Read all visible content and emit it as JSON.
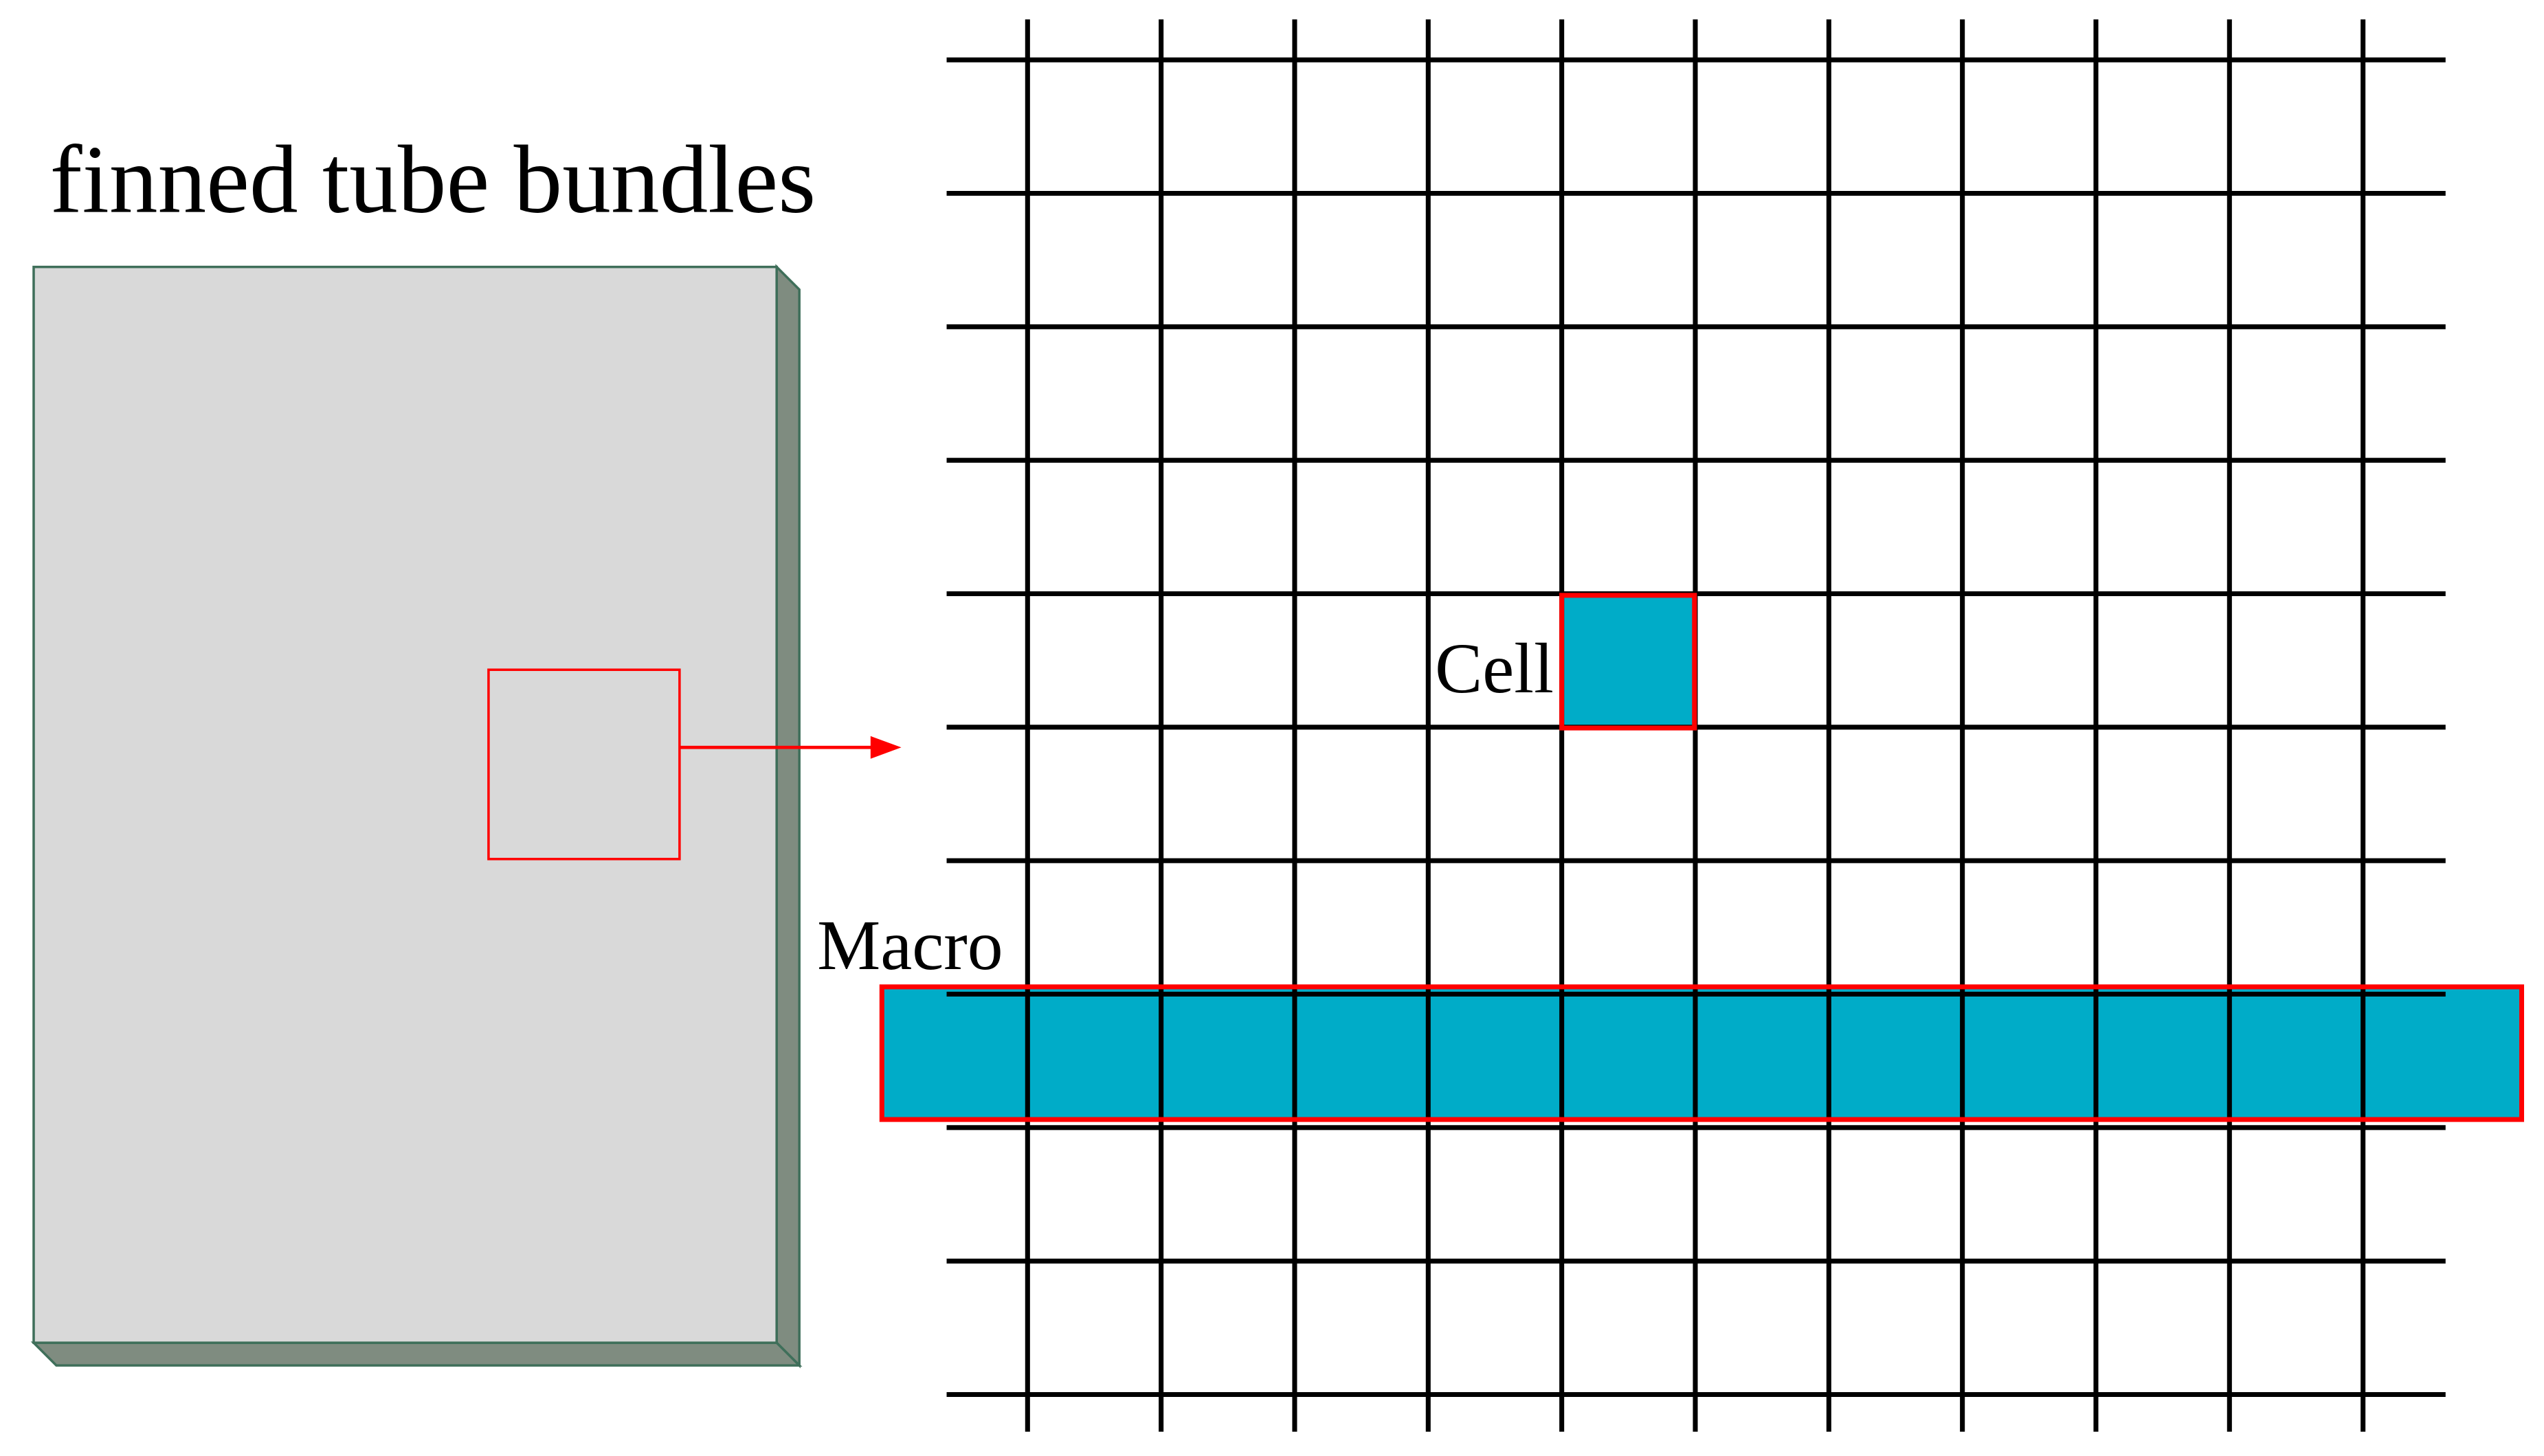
{
  "title": "finned tube bundles",
  "labels": {
    "cell": "Cell",
    "macro": "Macro"
  },
  "colors": {
    "panel_face": "#d9d9d9",
    "panel_side": "#7f8c80",
    "panel_edge": "#3f6f5a",
    "highlight_fill": "#00acc8",
    "highlight_stroke": "#ff0000",
    "grid_line": "#000000"
  },
  "grid": {
    "vertical_lines": 11,
    "horizontal_lines": 11
  }
}
